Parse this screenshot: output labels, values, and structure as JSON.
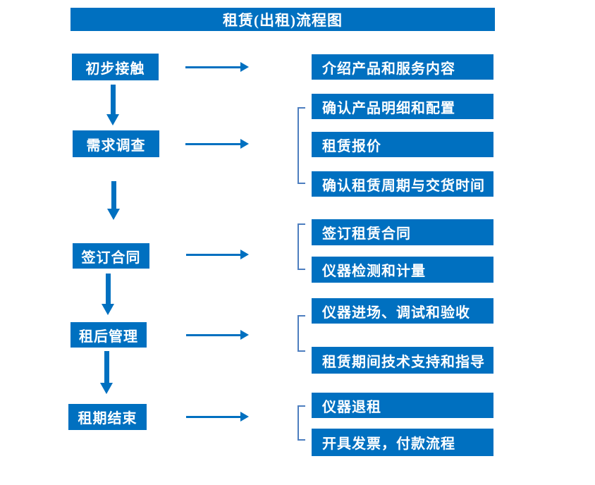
{
  "title": "租赁(出租)流程图",
  "colors": {
    "primary": "#0070C0",
    "bracket": "#4D7EBF",
    "text_on_primary": "#FFFFFF",
    "background": "#FFFFFF"
  },
  "stages": [
    {
      "label": "初步接触",
      "outputs": [
        "介绍产品和服务内容"
      ]
    },
    {
      "label": "需求调查",
      "outputs": [
        "确认产品明细和配置",
        "租赁报价",
        "确认租赁周期与交货时间"
      ]
    },
    {
      "label": "签订合同",
      "outputs": [
        "签订租赁合同",
        "仪器检测和计量"
      ]
    },
    {
      "label": "租后管理",
      "outputs": [
        "仪器进场、调试和验收",
        "租赁期间技术支持和指导"
      ]
    },
    {
      "label": "租期结束",
      "outputs": [
        "仪器退租",
        "开具发票，付款流程"
      ]
    }
  ]
}
